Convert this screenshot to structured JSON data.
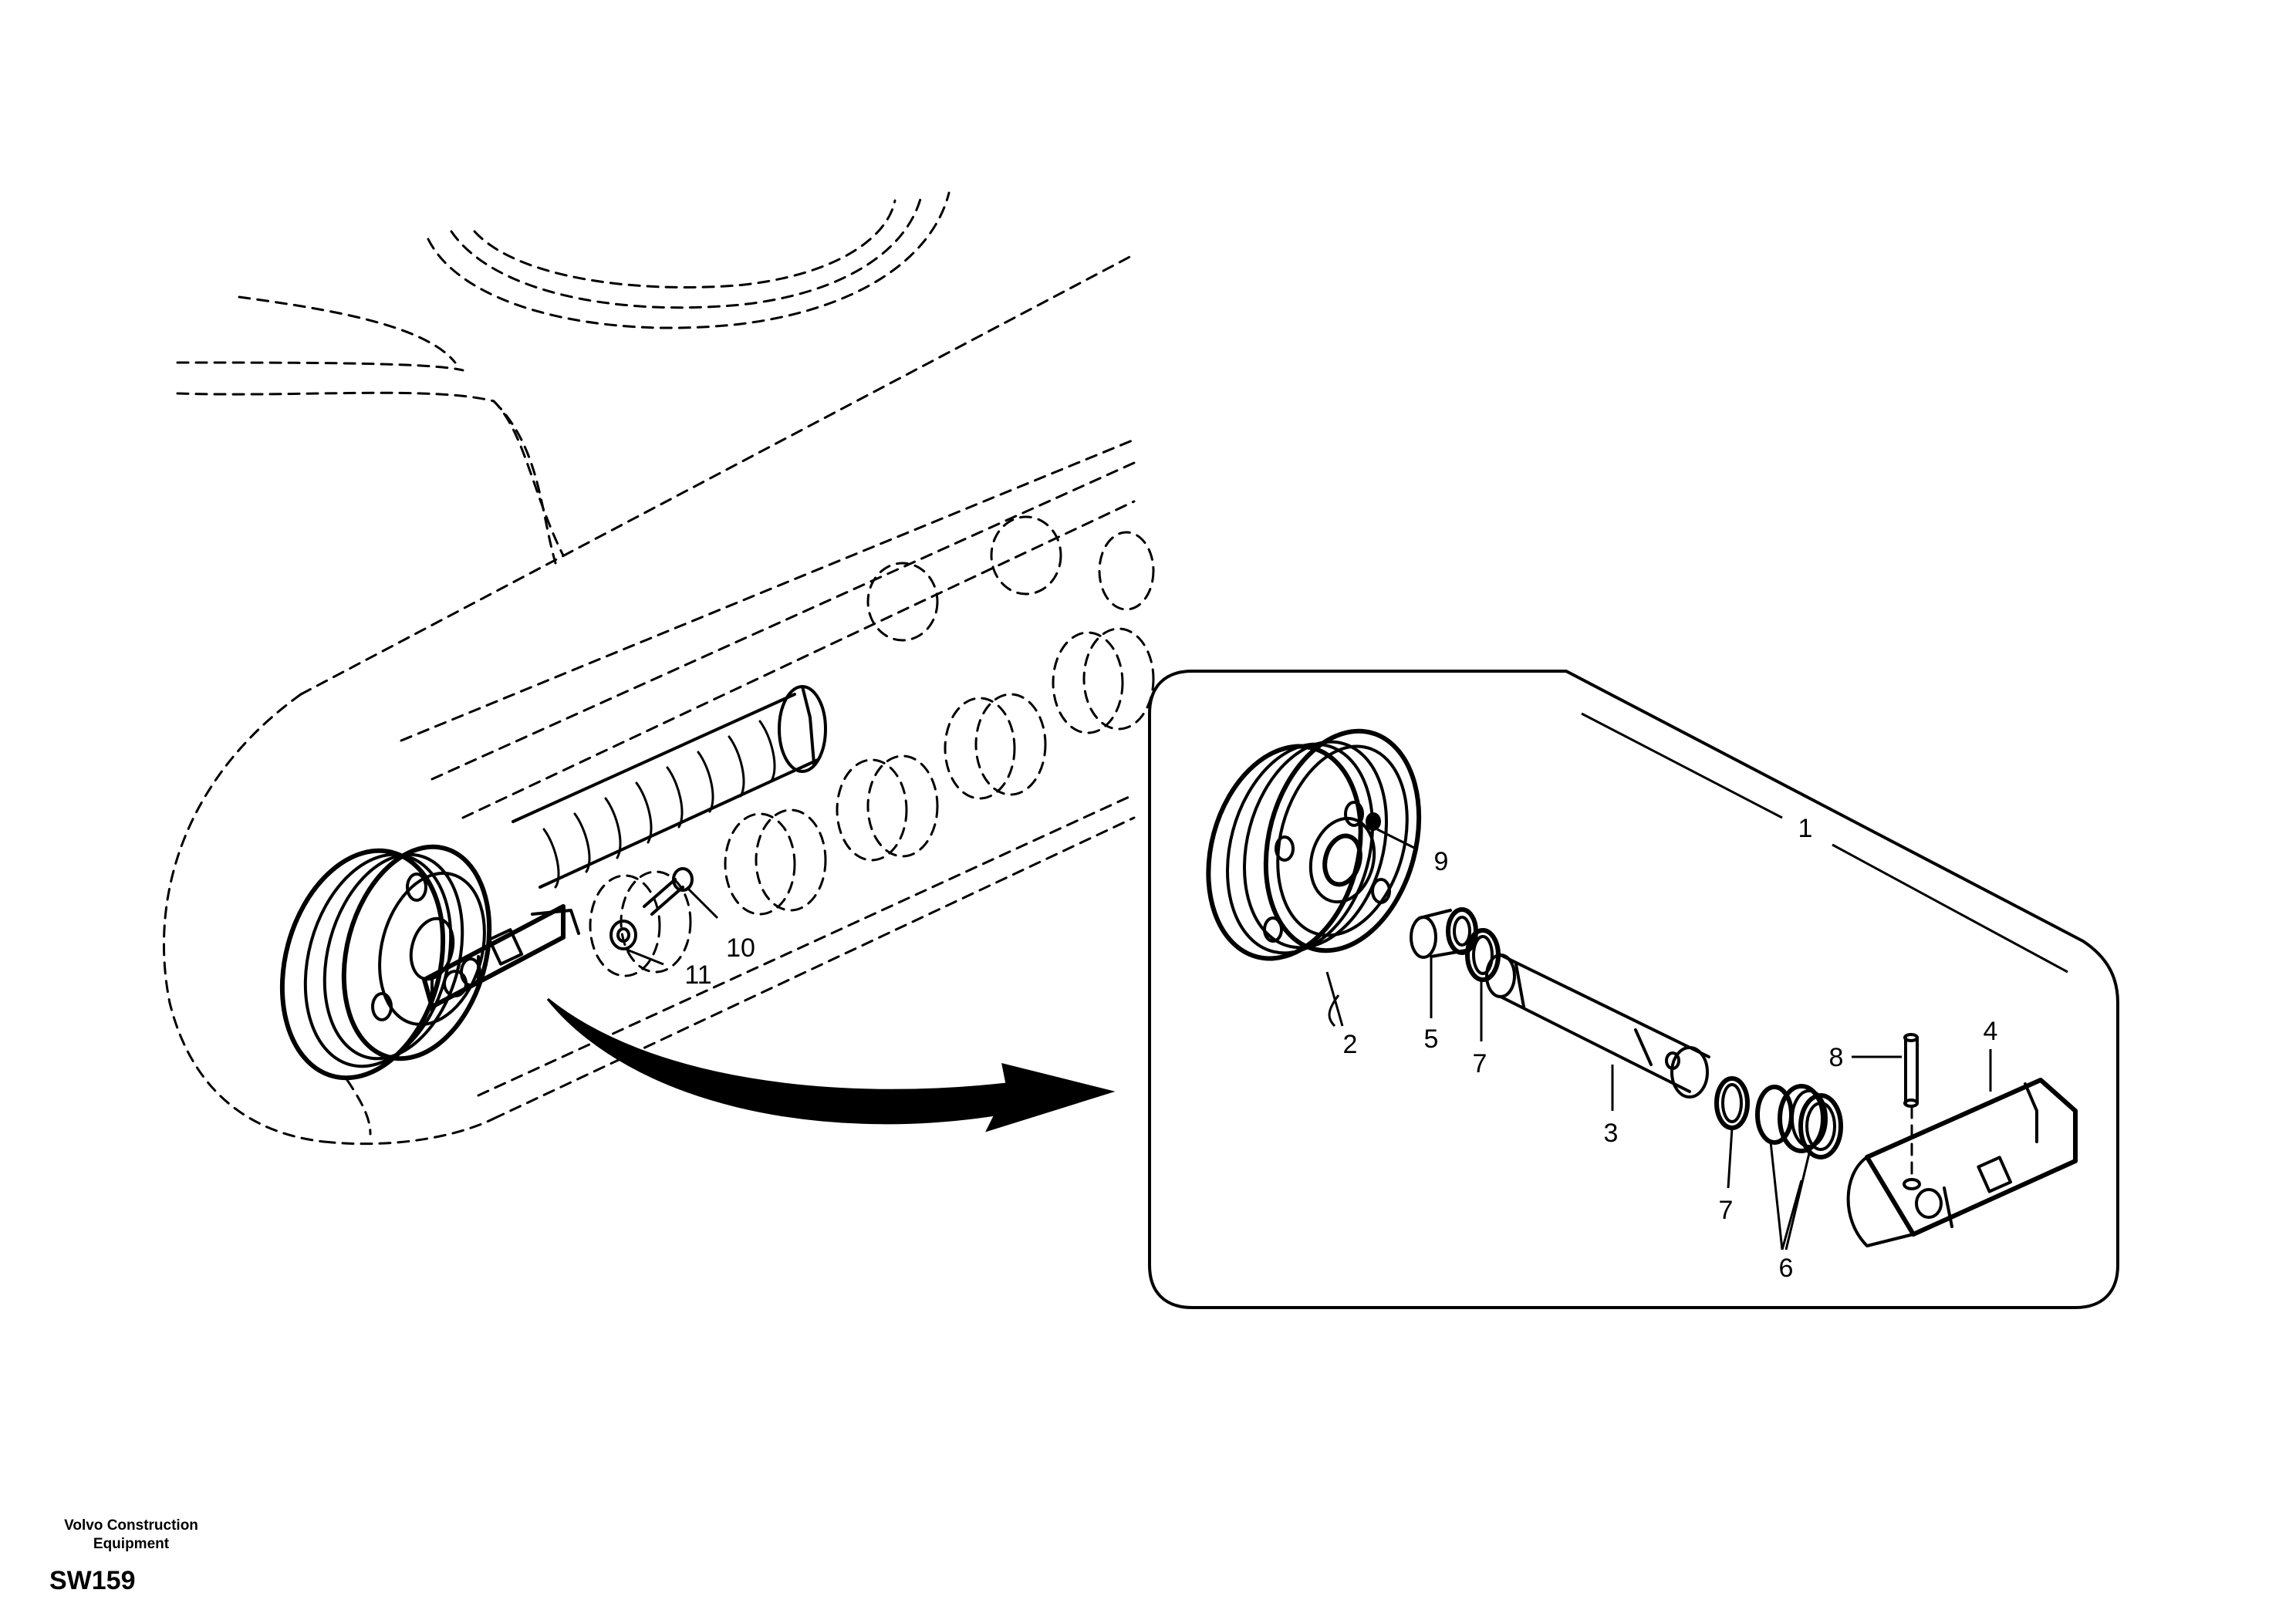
{
  "diagram": {
    "callouts": [
      {
        "id": "1",
        "label": "1"
      },
      {
        "id": "2",
        "label": "2"
      },
      {
        "id": "3",
        "label": "3"
      },
      {
        "id": "4",
        "label": "4"
      },
      {
        "id": "5",
        "label": "5"
      },
      {
        "id": "6",
        "label": "6"
      },
      {
        "id": "7a",
        "label": "7"
      },
      {
        "id": "7b",
        "label": "7"
      },
      {
        "id": "8",
        "label": "8"
      },
      {
        "id": "9",
        "label": "9"
      },
      {
        "id": "10",
        "label": "10"
      },
      {
        "id": "11",
        "label": "11"
      }
    ]
  },
  "footer": {
    "brand_line1": "Volvo Construction",
    "brand_line2": "Equipment",
    "code": "SW159"
  }
}
